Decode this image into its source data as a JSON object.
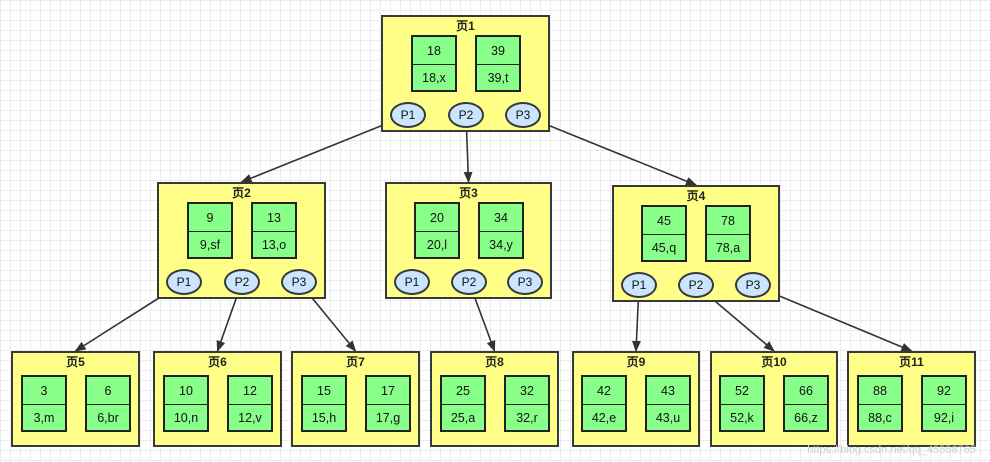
{
  "colors": {
    "page_fill": "#ffff88",
    "key_fill": "#88ff88",
    "pointer_fill": "#cce5ff",
    "stroke": "#36393d"
  },
  "watermark": "https://blog.csdn.net/qq_45558765",
  "pages": [
    {
      "id": "p1",
      "title": "页1",
      "keys": [
        {
          "key": "18",
          "row": "18,x"
        },
        {
          "key": "39",
          "row": "39,t"
        }
      ],
      "pointers": [
        "P1",
        "P2",
        "P3"
      ]
    },
    {
      "id": "p2",
      "title": "页2",
      "keys": [
        {
          "key": "9",
          "row": "9,sf"
        },
        {
          "key": "13",
          "row": "13,o"
        }
      ],
      "pointers": [
        "P1",
        "P2",
        "P3"
      ]
    },
    {
      "id": "p3",
      "title": "页3",
      "keys": [
        {
          "key": "20",
          "row": "20,l"
        },
        {
          "key": "34",
          "row": "34,y"
        }
      ],
      "pointers": [
        "P1",
        "P2",
        "P3"
      ]
    },
    {
      "id": "p4",
      "title": "页4",
      "keys": [
        {
          "key": "45",
          "row": "45,q"
        },
        {
          "key": "78",
          "row": "78,a"
        }
      ],
      "pointers": [
        "P1",
        "P2",
        "P3"
      ]
    },
    {
      "id": "p5",
      "title": "页5",
      "keys": [
        {
          "key": "3",
          "row": "3,m"
        },
        {
          "key": "6",
          "row": "6,br"
        }
      ],
      "pointers": []
    },
    {
      "id": "p6",
      "title": "页6",
      "keys": [
        {
          "key": "10",
          "row": "10,n"
        },
        {
          "key": "12",
          "row": "12,v"
        }
      ],
      "pointers": []
    },
    {
      "id": "p7",
      "title": "页7",
      "keys": [
        {
          "key": "15",
          "row": "15,h"
        },
        {
          "key": "17",
          "row": "17,g"
        }
      ],
      "pointers": []
    },
    {
      "id": "p8",
      "title": "页8",
      "keys": [
        {
          "key": "25",
          "row": "25,a"
        },
        {
          "key": "32",
          "row": "32,r"
        }
      ],
      "pointers": []
    },
    {
      "id": "p9",
      "title": "页9",
      "keys": [
        {
          "key": "42",
          "row": "42,e"
        },
        {
          "key": "43",
          "row": "43,u"
        }
      ],
      "pointers": []
    },
    {
      "id": "p10",
      "title": "页10",
      "keys": [
        {
          "key": "52",
          "row": "52,k"
        },
        {
          "key": "66",
          "row": "66,z"
        }
      ],
      "pointers": []
    },
    {
      "id": "p11",
      "title": "页11",
      "keys": [
        {
          "key": "88",
          "row": "88,c"
        },
        {
          "key": "92",
          "row": "92,i"
        }
      ],
      "pointers": []
    }
  ],
  "edges": [
    {
      "from": "p1",
      "pointer": 0,
      "to": "p2"
    },
    {
      "from": "p1",
      "pointer": 1,
      "to": "p3"
    },
    {
      "from": "p1",
      "pointer": 2,
      "to": "p4"
    },
    {
      "from": "p2",
      "pointer": 0,
      "to": "p5"
    },
    {
      "from": "p2",
      "pointer": 1,
      "to": "p6"
    },
    {
      "from": "p2",
      "pointer": 2,
      "to": "p7"
    },
    {
      "from": "p3",
      "pointer": 1,
      "to": "p8"
    },
    {
      "from": "p4",
      "pointer": 0,
      "to": "p9"
    },
    {
      "from": "p4",
      "pointer": 1,
      "to": "p10"
    },
    {
      "from": "p4",
      "pointer": 2,
      "to": "p11"
    }
  ]
}
